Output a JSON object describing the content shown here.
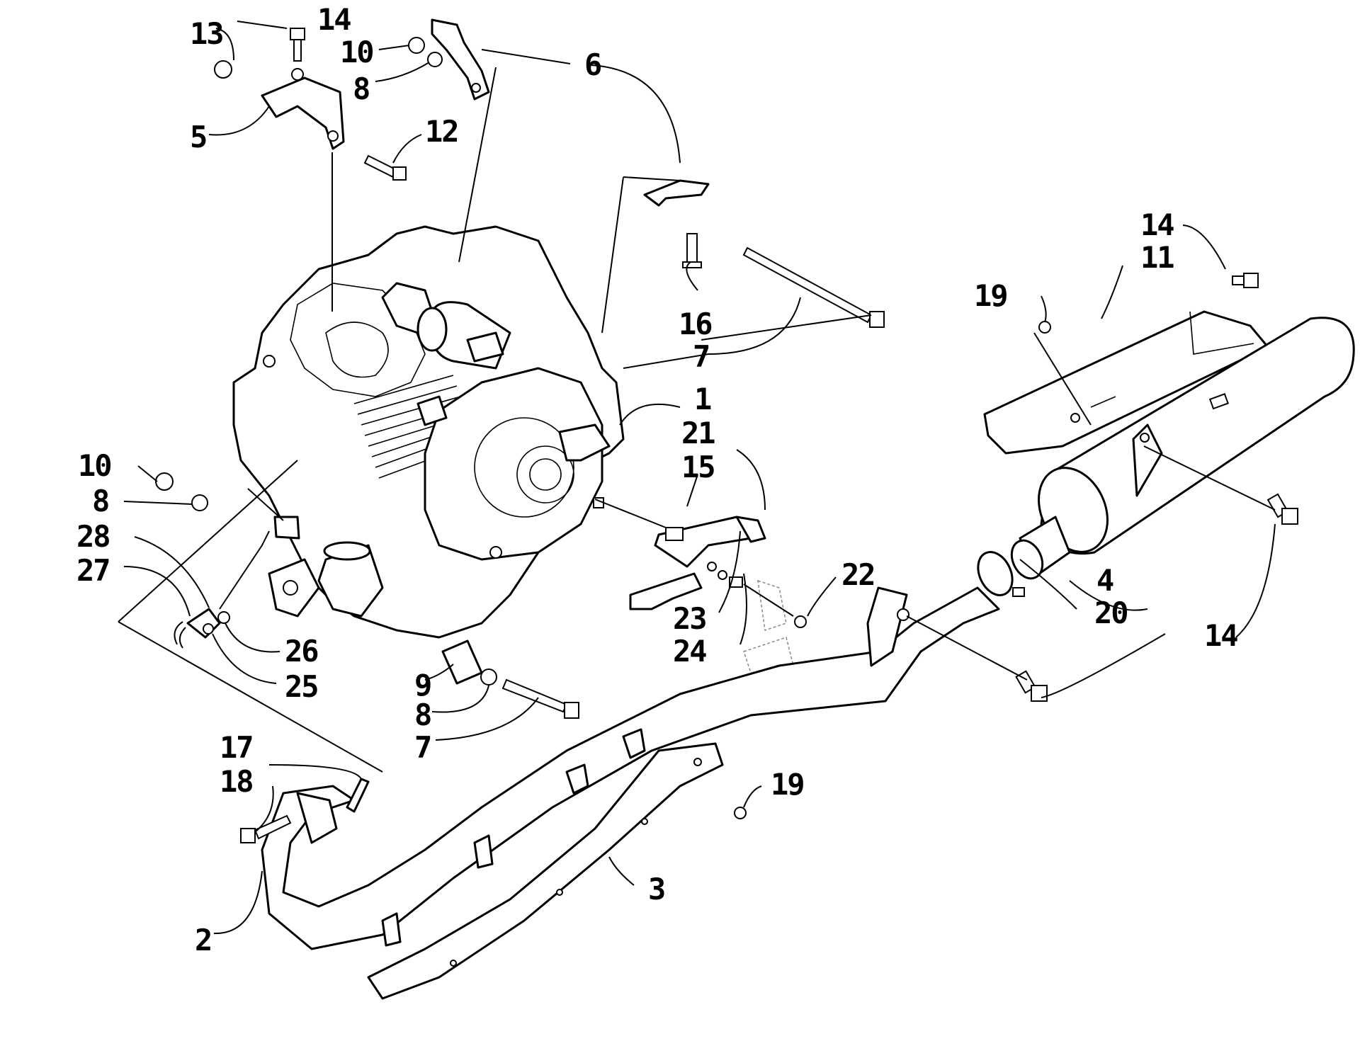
{
  "diagram": {
    "callouts": {
      "c1": "1",
      "c2": "2",
      "c3": "3",
      "c4": "4",
      "c5": "5",
      "c6": "6",
      "c7a": "7",
      "c7b": "7",
      "c8a": "8",
      "c8b": "8",
      "c8c": "8",
      "c9": "9",
      "c10a": "10",
      "c10b": "10",
      "c11": "11",
      "c12": "12",
      "c13": "13",
      "c14a": "14",
      "c14b": "14",
      "c14c": "14",
      "c15": "15",
      "c16": "16",
      "c17": "17",
      "c18": "18",
      "c19a": "19",
      "c19b": "19",
      "c20": "20",
      "c21": "21",
      "c22": "22",
      "c23": "23",
      "c24": "24",
      "c25": "25",
      "c26": "26",
      "c27": "27",
      "c28": "28"
    }
  }
}
